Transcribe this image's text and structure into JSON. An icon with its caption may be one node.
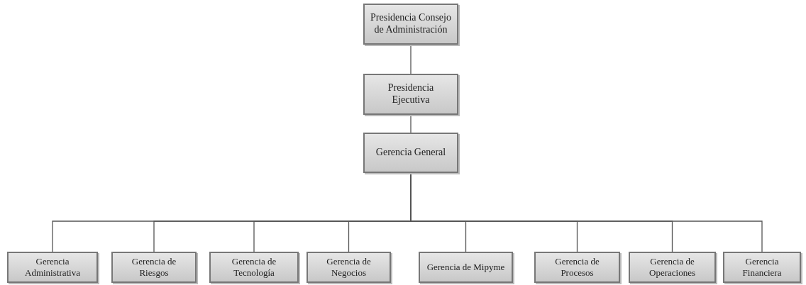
{
  "diagram": {
    "nodes": [
      {
        "text": [
          "Presidencia Consejo de Administración"
        ]
      },
      {
        "text": [
          "Presidencia Ejecutiva"
        ]
      },
      {
        "text": [
          "Gerencia General"
        ]
      },
      {
        "text": [
          "Gerencia Administrativa"
        ]
      },
      {
        "text": [
          "Gerencia de Riesgos"
        ]
      },
      {
        "text": [
          "Gerencia de Tecnología"
        ]
      },
      {
        "text": [
          "Gerencia de Negocios"
        ]
      },
      {
        "text": [
          "Gerencia de Mipyme"
        ]
      },
      {
        "text": [
          "Gerencia de Procesos"
        ]
      },
      {
        "text": [
          "Gerencia de Operaciones"
        ]
      },
      {
        "text": [
          "Gerencia Financiera"
        ]
      }
    ],
    "edges": [
      {
        "from": 0,
        "to": 1,
        "arrow": "none"
      },
      {
        "from": 1,
        "to": 2,
        "arrow": "none"
      },
      {
        "from": 2,
        "to": 3,
        "arrow": "none"
      },
      {
        "from": 2,
        "to": 4,
        "arrow": "none"
      },
      {
        "from": 2,
        "to": 5,
        "arrow": "none"
      },
      {
        "from": 2,
        "to": 6,
        "arrow": "none"
      },
      {
        "from": 2,
        "to": 7,
        "arrow": "none"
      },
      {
        "from": 2,
        "to": 8,
        "arrow": "none"
      },
      {
        "from": 2,
        "to": 9,
        "arrow": "none"
      },
      {
        "from": 2,
        "to": 10,
        "arrow": "none"
      }
    ]
  }
}
